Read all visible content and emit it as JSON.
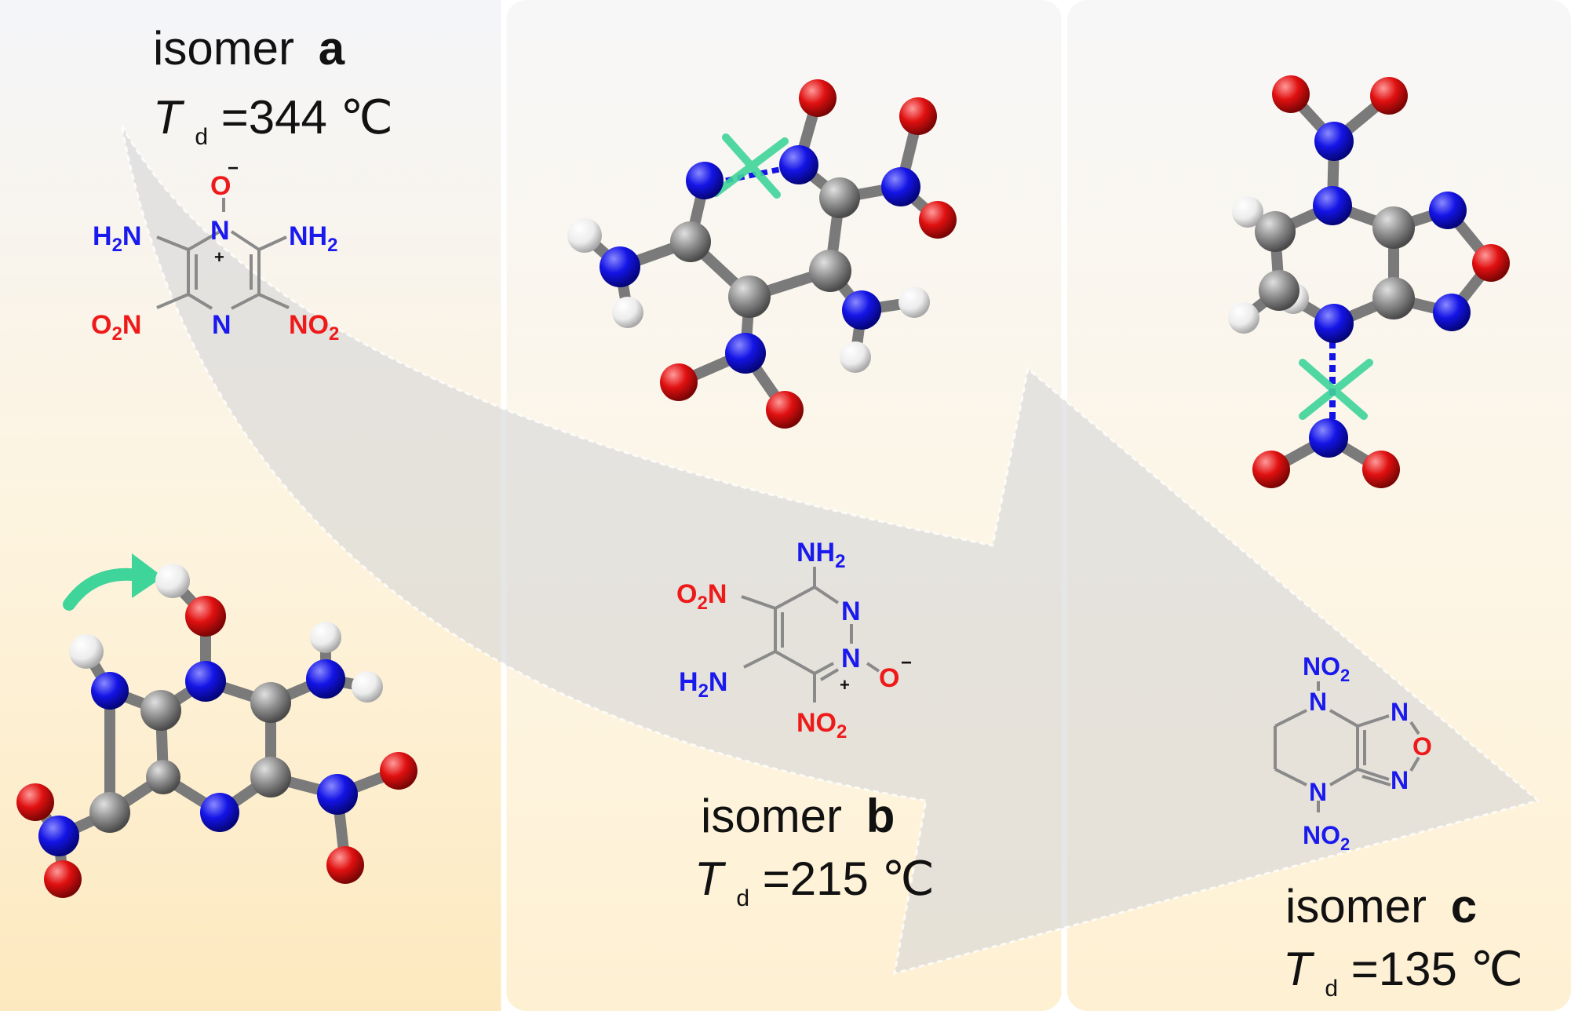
{
  "labels": {
    "a": {
      "word": "isomer",
      "letter": "a",
      "td_var": "T",
      "td_sub": "d",
      "td_value": "=344 ℃"
    },
    "b": {
      "word": "isomer",
      "letter": "b",
      "td_var": "T",
      "td_sub": "d",
      "td_value": "=215 ℃"
    },
    "c": {
      "word": "isomer",
      "letter": "c",
      "td_var": "T",
      "td_sub": "d",
      "td_value": "=135 ℃"
    }
  },
  "formula_a": {
    "oxide_o": "O",
    "oxide_charge": "−",
    "n_top": "N",
    "n_plus": "+",
    "nh2_left_main": "H",
    "nh2_left_sub": "2",
    "nh2_left_end": "N",
    "nh2_right_main": "NH",
    "nh2_right_sub": "2",
    "no2_left_main": "O",
    "no2_left_sub": "2",
    "no2_left_end": "N",
    "n_bottom": "N",
    "no2_right_main": "NO",
    "no2_right_sub": "2"
  },
  "formula_b": {
    "nh2_top_main": "NH",
    "nh2_top_sub": "2",
    "no2_left_main": "O",
    "no2_left_sub": "2",
    "no2_left_end": "N",
    "n_ring_1": "N",
    "n_ring_2": "N",
    "n_plus": "+",
    "oxide_o": "O",
    "oxide_charge": "−",
    "h2n_main": "H",
    "h2n_sub": "2",
    "h2n_end": "N",
    "no2_bottom_main": "NO",
    "no2_bottom_sub": "2"
  },
  "formula_c": {
    "no2_top_main": "NO",
    "no2_top_sub": "2",
    "n_top": "N",
    "n_bottom": "N",
    "furazan_n1": "N",
    "furazan_o": "O",
    "furazan_n2": "N",
    "no2_bottom_main": "NO",
    "no2_bottom_sub": "2"
  },
  "atom_colors": {
    "C": "#8a8a8a",
    "N": "#1414e6",
    "O": "#e01010",
    "H": "#f2f2f2"
  },
  "colors": {
    "amine_text": "#1a1aee",
    "nitro_text": "#ee1a1a",
    "accent_green": "#3ed49a",
    "arrow_gray": "#d9d9d9"
  }
}
